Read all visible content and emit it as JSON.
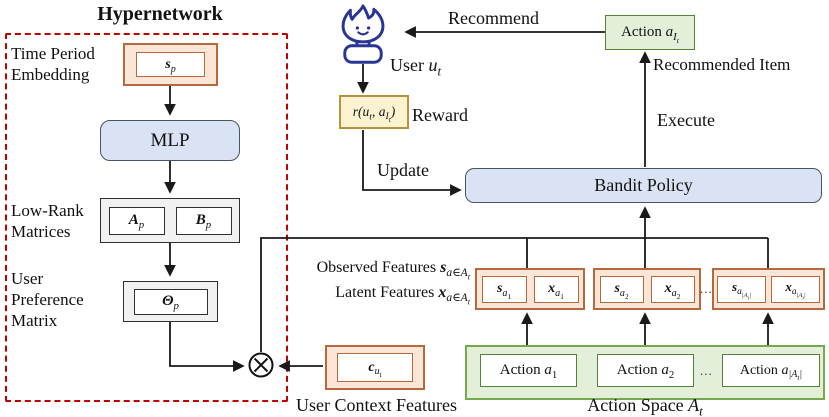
{
  "colors": {
    "panel_dashed_red": "#c00000",
    "orange_border": "#b5683c",
    "orange_fill": "#fbe5d6",
    "blue_border": "#44546a",
    "blue_fill": "#dae3f3",
    "yellow_border": "#b9913f",
    "yellow_fill": "#fdf3d0",
    "green_border_dark": "#538135",
    "green_border_light": "#74a94e",
    "green_fill": "#e3efd9",
    "gray_fill": "#f1f1f1",
    "wire": "#1a1a1a",
    "user_icon_navy": "#283593"
  },
  "hypernetwork": {
    "title": "Hypernetwork",
    "time_period_label": [
      "Time Period",
      "Embedding"
    ],
    "low_rank_label": [
      "Low-Rank",
      "Matrices"
    ],
    "user_pref_label": [
      "User",
      "Preference",
      "Matrix"
    ],
    "mlp": "MLP"
  },
  "flow": {
    "recommend": "Recommend",
    "recommended_item": "Recommended Item",
    "execute": "Execute",
    "reward": "Reward",
    "update": "Update",
    "bandit_policy": "Bandit Policy",
    "user_context": "User Context Features",
    "observed_prefix": "Observed Features ",
    "latent_prefix": "Latent Features ",
    "action_space_prefix": "Action Space ",
    "user_prefix": "User ",
    "action_prefix": "Action ",
    "ellipsis": "..."
  },
  "math": {
    "sp": {
      "b": "s",
      "s": "p"
    },
    "ap": {
      "b": "A",
      "s": "p"
    },
    "bp": {
      "b": "B",
      "s": "p"
    },
    "thetap": {
      "b": "Θ",
      "s": "p"
    },
    "cu": {
      "b": "c",
      "s": "u",
      "ss": "t"
    },
    "reward_fn": {
      "p1": "r(u",
      "s1": "t",
      "p2": ", a",
      "s2": "I",
      "ss2": "t",
      "p3": ")"
    },
    "user": {
      "b": "u",
      "s": "t"
    },
    "action_it": {
      "b": "a",
      "s": "I",
      "ss": "t"
    },
    "observed": {
      "b": "s",
      "s": "a∈A",
      "ss": "t"
    },
    "latent": {
      "b": "x",
      "s": "a∈A",
      "ss": "t"
    },
    "sa1": {
      "b": "s",
      "s": "a",
      "ss": "1"
    },
    "xa1": {
      "b": "x",
      "s": "a",
      "ss": "1"
    },
    "sa2": {
      "b": "s",
      "s": "a",
      "ss": "2"
    },
    "xa2": {
      "b": "x",
      "s": "a",
      "ss": "2"
    },
    "saN": {
      "b": "s",
      "s": "a",
      "ss": "|A",
      "sss": "t",
      "ss2": "|"
    },
    "xaN": {
      "b": "x",
      "s": "a",
      "ss": "|A",
      "sss": "t",
      "ss2": "|"
    },
    "a1": {
      "b": "a",
      "s": "1"
    },
    "a2": {
      "b": "a",
      "s": "2"
    },
    "aN": {
      "b": "a",
      "s": "|A",
      "ss": "t",
      "s2": "|"
    },
    "action_space": {
      "b": "A",
      "s": "t"
    }
  }
}
